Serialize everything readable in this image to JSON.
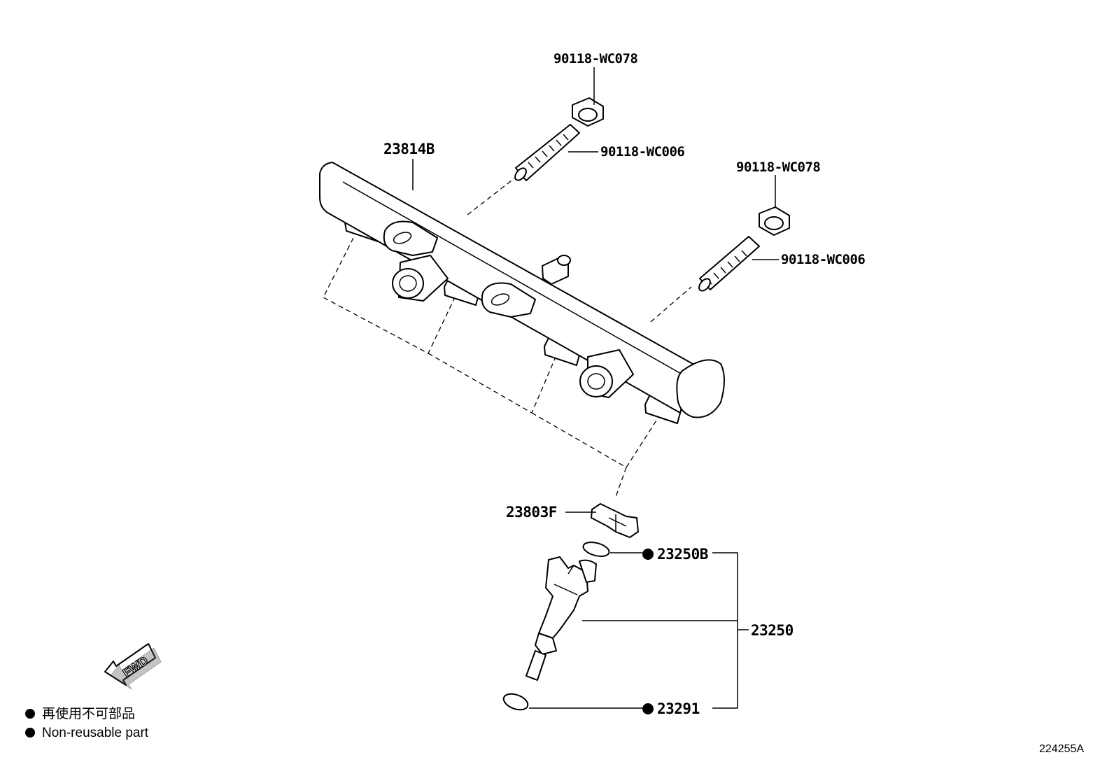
{
  "parts": {
    "nut_top": "90118-WC078",
    "stud_top": "90118-WC006",
    "nut_right": "90118-WC078",
    "stud_right": "90118-WC006",
    "fuel_rail": "23814B",
    "clip": "23803F",
    "oring_upper": "23250B",
    "injector_assy": "23250",
    "oring_lower": "23291"
  },
  "fwd_label": "FWD",
  "legend": {
    "japanese": "再使用不可部品",
    "english": "Non-reusable part"
  },
  "figure_id": "224255A"
}
